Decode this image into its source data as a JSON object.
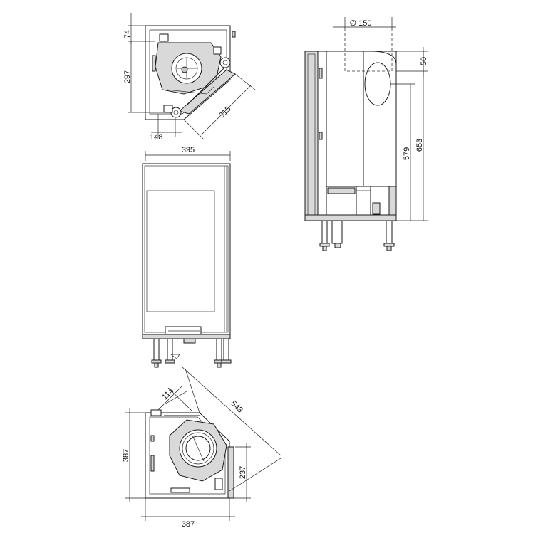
{
  "dimensions": {
    "top_view": {
      "d74": "74",
      "d297": "297",
      "d148": "148",
      "d315": "315"
    },
    "front_view": {
      "d395": "395"
    },
    "side_view": {
      "d150": "∅ 150",
      "d50": "50",
      "d579": "579",
      "d653": "653"
    },
    "bottom_view": {
      "d114": "114",
      "d543": "543",
      "d387_v": "387",
      "d387_h": "387",
      "d237": "237"
    }
  }
}
